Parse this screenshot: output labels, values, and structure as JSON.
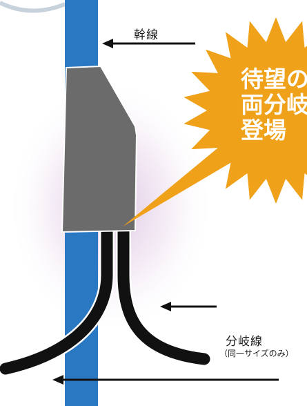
{
  "labels": {
    "trunk": "幹線",
    "branch": "分岐線",
    "branch_note": "（同一サイズのみ）"
  },
  "callout": {
    "lines": [
      "待望の",
      "両分岐",
      "登場"
    ]
  },
  "colors": {
    "trunk_cable": "#2a78c2",
    "connector_body": "#6b6b6b",
    "branch_cable": "#111111",
    "callout_fill": "#f0a11a",
    "arrow": "#111111",
    "glow": "#c9a6cf"
  }
}
